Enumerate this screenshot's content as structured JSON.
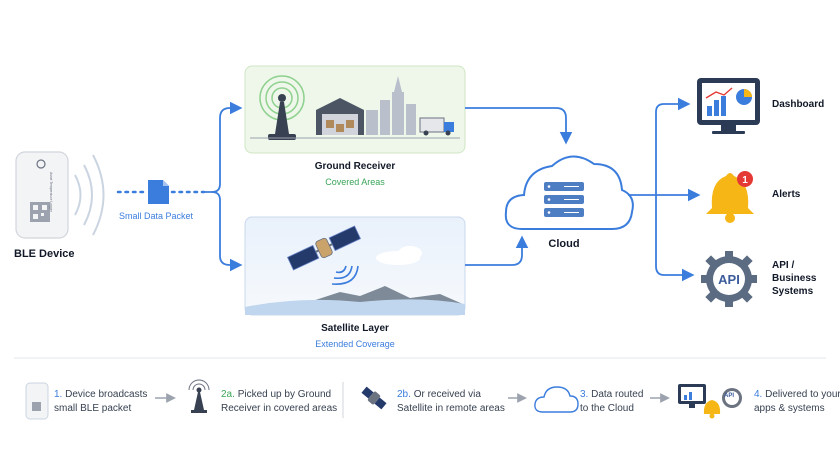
{
  "device": {
    "label": "BLE Device",
    "tag_text": "Asset Temperature Logger"
  },
  "packet": {
    "label": "Small Data Packet"
  },
  "ground": {
    "title": "Ground Receiver",
    "subtitle": "Covered Areas"
  },
  "satellite": {
    "title": "Satellite Layer",
    "subtitle": "Extended Coverage"
  },
  "cloud": {
    "label": "Cloud"
  },
  "outputs": {
    "dashboard": "Dashboard",
    "alerts": "Alerts",
    "alerts_badge": "1",
    "api_icon_text": "API",
    "api_line1": "API /",
    "api_line2": "Business",
    "api_line3": "Systems"
  },
  "steps": [
    {
      "num": "1.",
      "text_a": "Device broadcasts",
      "text_b": "small BLE packet"
    },
    {
      "num": "2a.",
      "text_a": "Picked up by Ground",
      "text_b": "Receiver in covered areas"
    },
    {
      "num": "2b.",
      "text_a": "Or received via",
      "text_b": "Satellite in remote areas"
    },
    {
      "num": "3.",
      "text_a": "Data routed",
      "text_b": "to the Cloud"
    },
    {
      "num": "4.",
      "text_a": "Delivered to your",
      "text_b": "apps & systems"
    }
  ],
  "colors": {
    "accent": "#3b7ddd",
    "green": "#3aa55a",
    "alert": "#f5b616",
    "badge": "#e53935"
  }
}
